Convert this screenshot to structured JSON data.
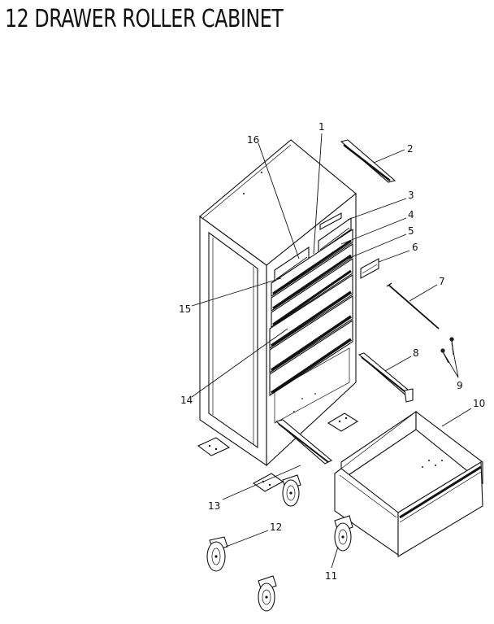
{
  "title": "12 DRAWER ROLLER CABINET",
  "colors": {
    "line": "#111111",
    "background": "#ffffff"
  },
  "callouts": [
    {
      "id": "1",
      "label": "1"
    },
    {
      "id": "2",
      "label": "2"
    },
    {
      "id": "3",
      "label": "3"
    },
    {
      "id": "4",
      "label": "4"
    },
    {
      "id": "5",
      "label": "5"
    },
    {
      "id": "6",
      "label": "6"
    },
    {
      "id": "7",
      "label": "7"
    },
    {
      "id": "8",
      "label": "8"
    },
    {
      "id": "9",
      "label": "9"
    },
    {
      "id": "10",
      "label": "10"
    },
    {
      "id": "11",
      "label": "11"
    },
    {
      "id": "12",
      "label": "12"
    },
    {
      "id": "13",
      "label": "13"
    },
    {
      "id": "14",
      "label": "14"
    },
    {
      "id": "15",
      "label": "15"
    },
    {
      "id": "16",
      "label": "16"
    }
  ]
}
